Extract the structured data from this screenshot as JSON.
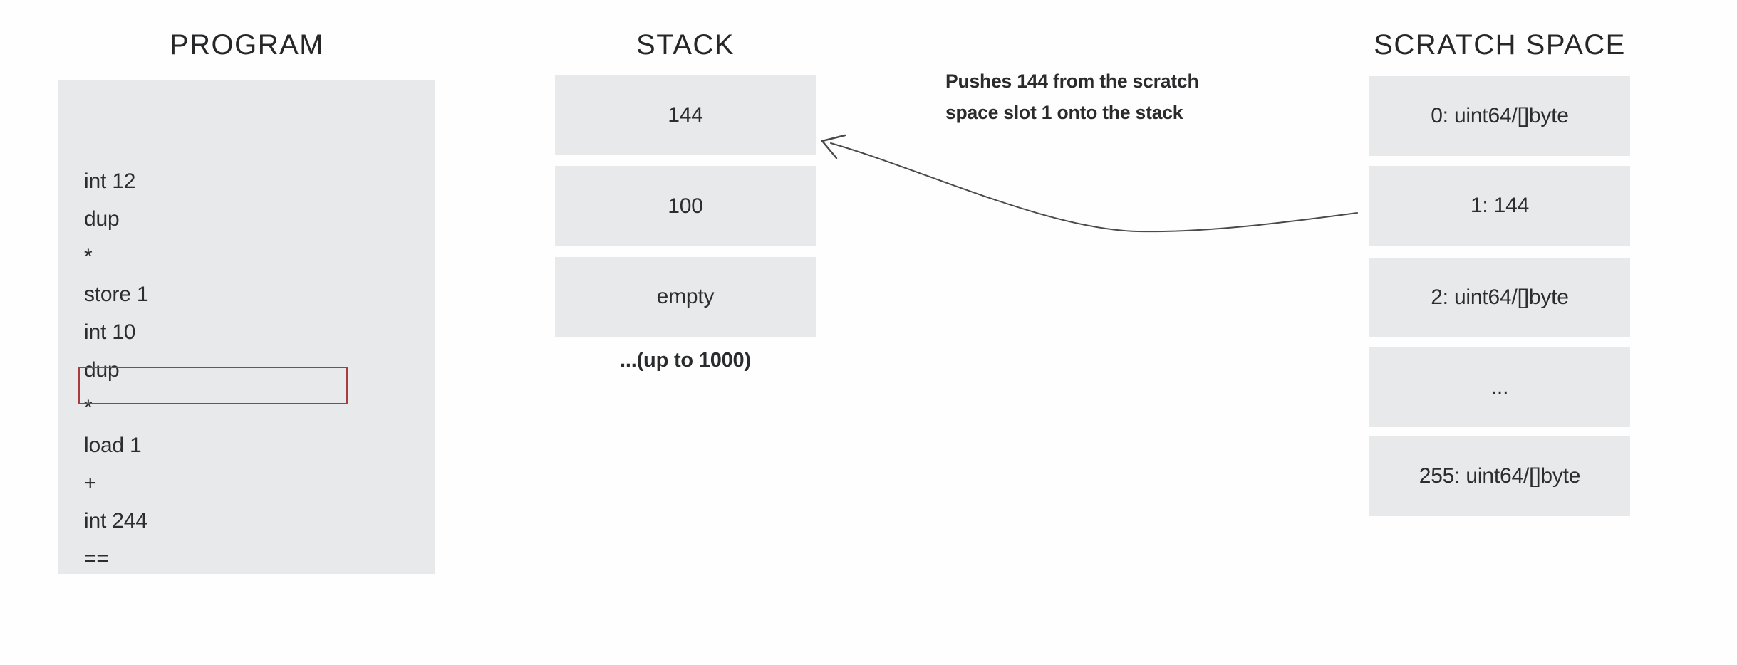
{
  "headers": {
    "program": "PROGRAM",
    "stack": "STACK",
    "scratch_space": "SCRATCH SPACE"
  },
  "program": {
    "lines": [
      "int 12",
      "dup",
      "*",
      "store 1",
      "int 10",
      "dup",
      "*",
      "load 1",
      "+",
      "int 244",
      "=="
    ],
    "highlighted_line": "load 1"
  },
  "stack": {
    "items": [
      "144",
      "100",
      "empty"
    ],
    "note": "...(up to 1000)"
  },
  "scratch": {
    "slots": [
      "0: uint64/[]byte",
      "1: 144",
      "2: uint64/[]byte",
      "...",
      "255: uint64/[]byte"
    ]
  },
  "annotation": {
    "lines": [
      "Pushes 144 from the scratch",
      "space slot 1 onto the stack"
    ]
  },
  "colors": {
    "box_fill": "#e8e9eb",
    "highlight_border": "#a93b3e",
    "text": "#2c2d2f",
    "arrow": "#4a4a4a"
  }
}
